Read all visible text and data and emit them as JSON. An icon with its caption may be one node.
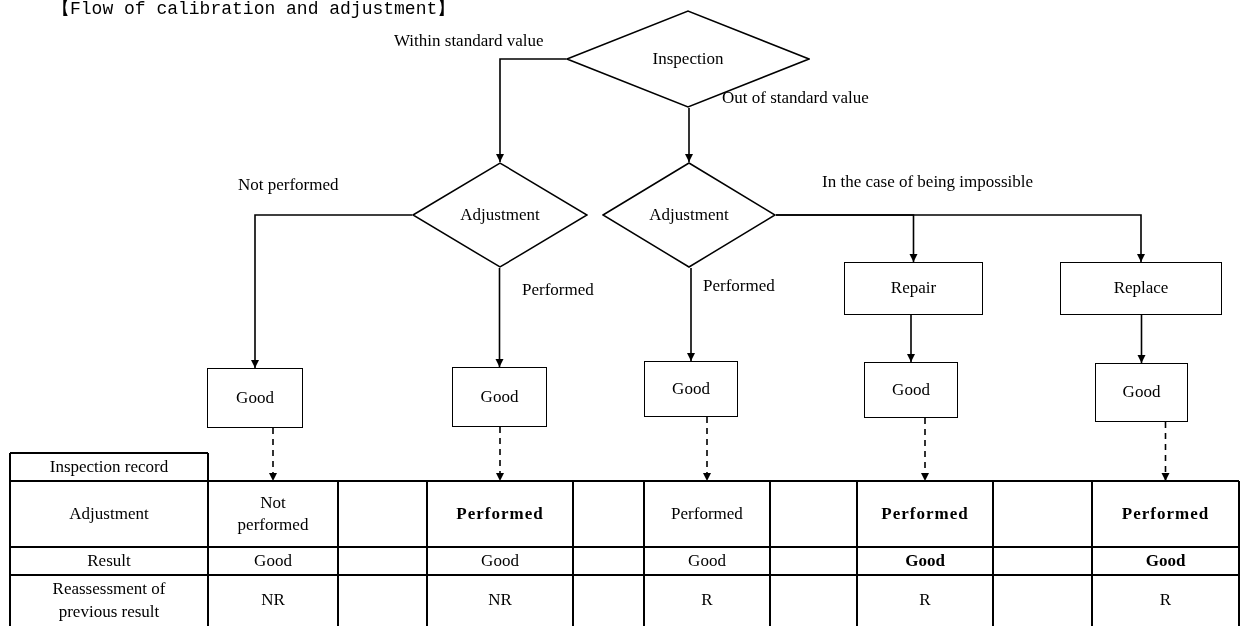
{
  "diagram": {
    "title": "【Flow of calibration and adjustment】",
    "nodes": [
      {
        "text": [
          "Inspection"
        ]
      },
      {
        "text": [
          "Adjustment"
        ]
      },
      {
        "text": [
          "Adjustment"
        ]
      },
      {
        "text": [
          "Repair"
        ]
      },
      {
        "text": [
          "Replace"
        ]
      },
      {
        "text": [
          "Good"
        ]
      },
      {
        "text": [
          "Good"
        ]
      },
      {
        "text": [
          "Good"
        ]
      },
      {
        "text": [
          "Good"
        ]
      },
      {
        "text": [
          "Good"
        ]
      },
      {
        "text": [
          "Not performed"
        ]
      },
      {
        "text": [
          "Performed"
        ]
      },
      {
        "text": [
          "Performed"
        ]
      },
      {
        "text": [
          "Performed"
        ]
      },
      {
        "text": [
          "Performed"
        ]
      }
    ],
    "edges": [
      {
        "from": 0,
        "to": 1,
        "arrow": "to",
        "label": "Within standard value"
      },
      {
        "from": 0,
        "to": 2,
        "arrow": "to",
        "label": "Out of standard value"
      },
      {
        "from": 1,
        "to": 5,
        "arrow": "to",
        "label": "Not performed"
      },
      {
        "from": 1,
        "to": 6,
        "arrow": "to",
        "label": "Performed"
      },
      {
        "from": 2,
        "to": 7,
        "arrow": "to",
        "label": "Performed"
      },
      {
        "from": 2,
        "to": 3,
        "arrow": "to",
        "label": "In the case of being impossible"
      },
      {
        "from": 2,
        "to": 4,
        "arrow": "to"
      },
      {
        "from": 3,
        "to": 8,
        "arrow": "to"
      },
      {
        "from": 4,
        "to": 9,
        "arrow": "to"
      },
      {
        "from": 5,
        "to": 10,
        "arrow": "to",
        "style": "dashed"
      },
      {
        "from": 6,
        "to": 11,
        "arrow": "to",
        "style": "dashed"
      },
      {
        "from": 7,
        "to": 12,
        "arrow": "to",
        "style": "dashed"
      },
      {
        "from": 8,
        "to": 13,
        "arrow": "to",
        "style": "dashed"
      },
      {
        "from": 9,
        "to": 14,
        "arrow": "to",
        "style": "dashed"
      }
    ],
    "labels": [
      "Inspection record",
      "Adjustment",
      "Result",
      "Good",
      "Good",
      "Good",
      "Good",
      "Good",
      "Reassessment of previous result",
      "NR",
      "NR",
      "R",
      "R",
      "R"
    ]
  }
}
